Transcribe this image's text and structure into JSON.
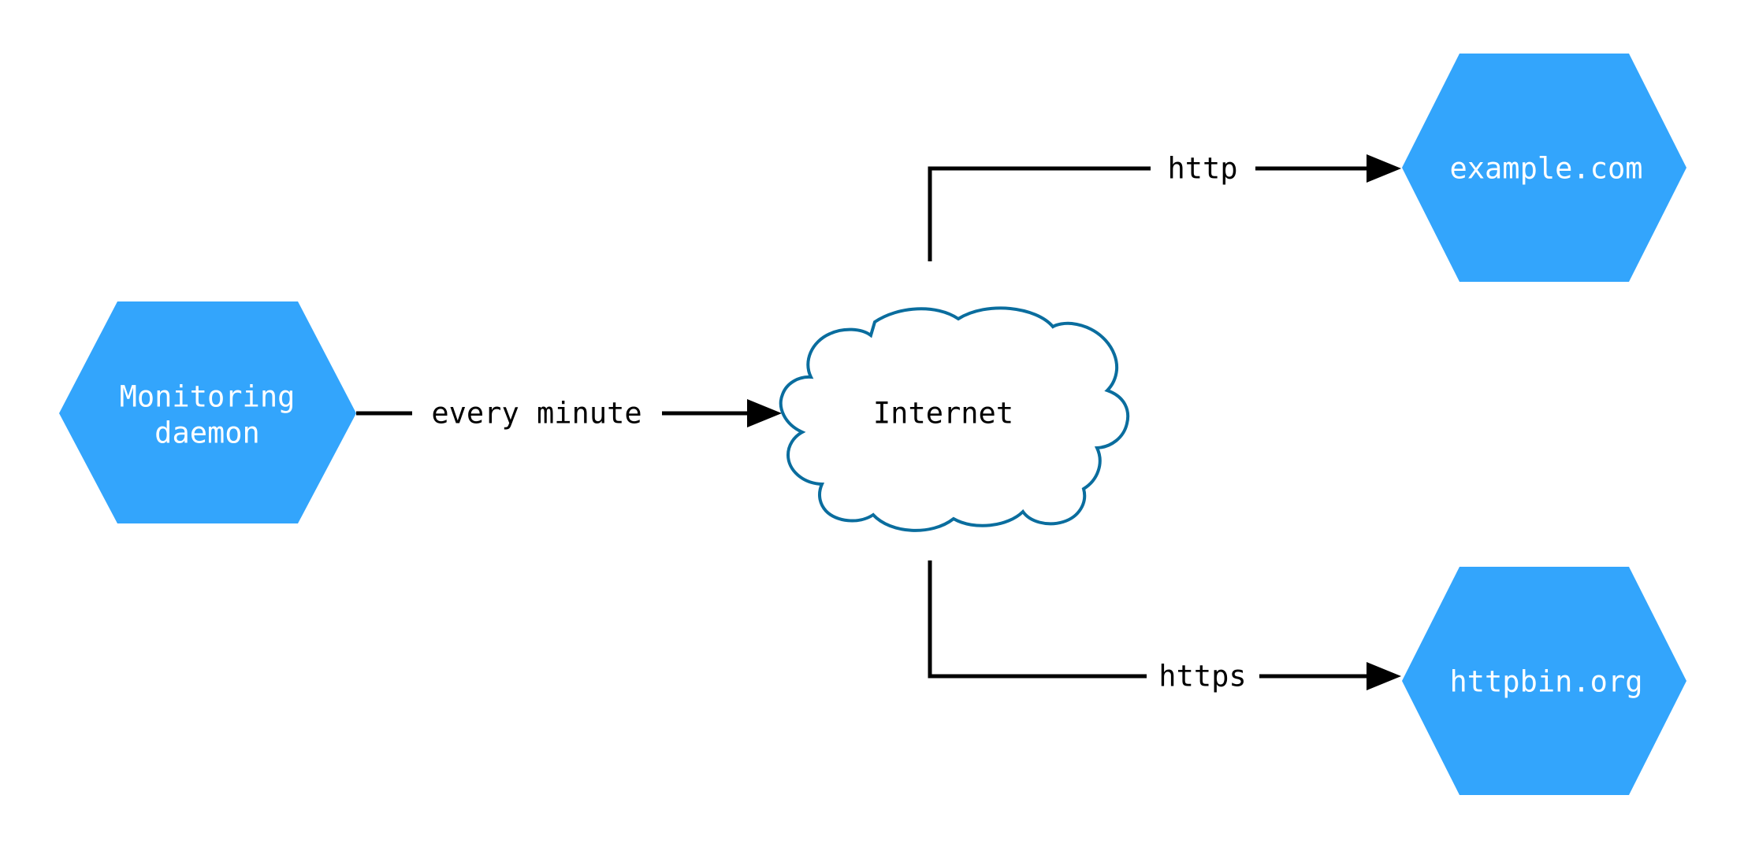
{
  "diagram": {
    "type": "network-flow-diagram",
    "background_color": "#ffffff",
    "node_fill_color": "#33a5fc",
    "node_text_color": "#ffffff",
    "cloud_stroke_color": "#0a6d9e",
    "cloud_fill_color": "#ffffff",
    "edge_color": "#000000",
    "nodes": [
      {
        "id": "monitoring-daemon",
        "shape": "hexagon",
        "label_line1": "Monitoring",
        "label_line2": "daemon",
        "fill": "#33a5fc",
        "text_color": "#ffffff"
      },
      {
        "id": "internet",
        "shape": "cloud",
        "label": "Internet",
        "fill": "#ffffff",
        "stroke": "#0a6d9e",
        "text_color": "#000000"
      },
      {
        "id": "example-com",
        "shape": "hexagon",
        "label": "example.com",
        "fill": "#33a5fc",
        "text_color": "#ffffff"
      },
      {
        "id": "httpbin-org",
        "shape": "hexagon",
        "label": "httpbin.org",
        "fill": "#33a5fc",
        "text_color": "#ffffff"
      }
    ],
    "edges": [
      {
        "id": "edge-daemon-internet",
        "from": "monitoring-daemon",
        "to": "internet",
        "label": "every minute",
        "style": "straight",
        "arrow": "end"
      },
      {
        "id": "edge-internet-example",
        "from": "internet",
        "to": "example-com",
        "label": "http",
        "style": "elbow-up",
        "arrow": "end"
      },
      {
        "id": "edge-internet-httpbin",
        "from": "internet",
        "to": "httpbin-org",
        "label": "https",
        "style": "elbow-down",
        "arrow": "end"
      }
    ]
  }
}
